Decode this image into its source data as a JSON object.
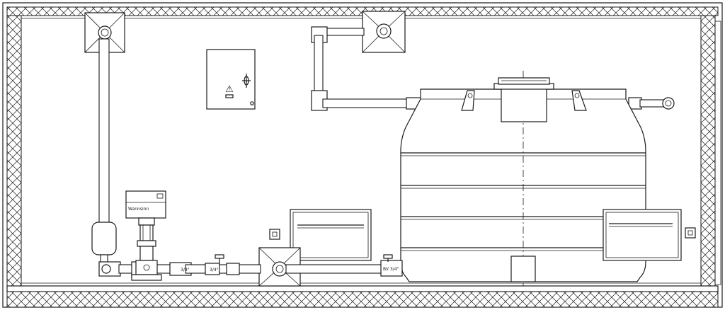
{
  "diagram": {
    "pump_label": "Wannsinn",
    "warning_glyph": "⚠",
    "fitting_marks": [
      "3/4\"",
      "BV 3/4\"",
      "3/4\""
    ],
    "colors": {
      "line": "#1a1a1a",
      "background": "#ffffff"
    }
  }
}
